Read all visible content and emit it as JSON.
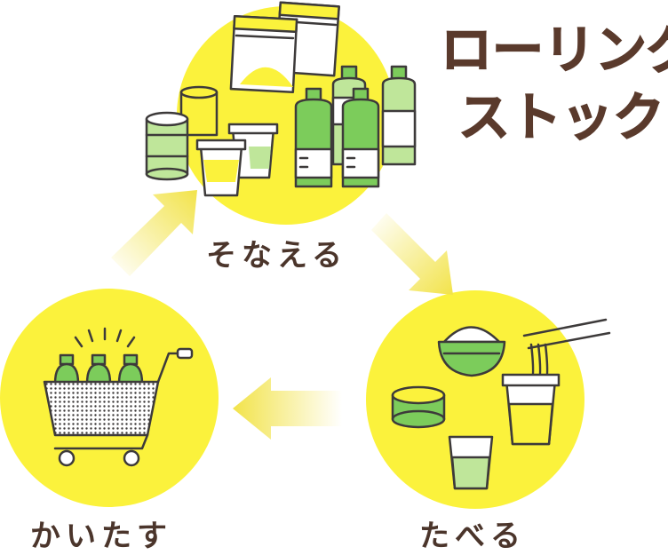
{
  "title": {
    "line1": "ローリング",
    "line2": "ストック"
  },
  "stages": {
    "stock": {
      "label": "そなえる"
    },
    "eat": {
      "label": "たべる"
    },
    "buy": {
      "label": "かいたす"
    }
  },
  "colors": {
    "circle": "#fbf23c",
    "arrow": "#f2e34a",
    "outline": "#3d3a3a",
    "green": "#bfe69a",
    "green_dark": "#7ccc5b",
    "title_brown": "#5a3a2c",
    "label_brown": "#4b352b"
  }
}
